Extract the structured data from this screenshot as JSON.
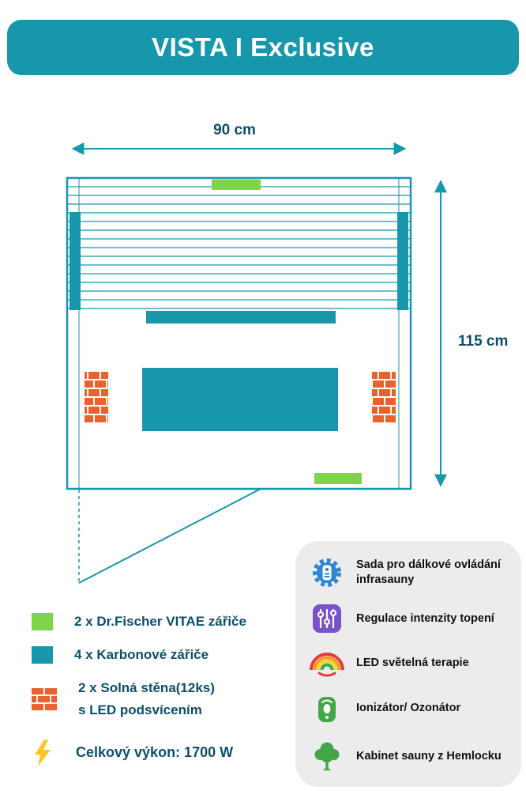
{
  "header": {
    "title": "VISTA I Exclusive"
  },
  "diagram": {
    "width_label": "90 cm",
    "height_label": "115 cm"
  },
  "legend": {
    "items": [
      {
        "icon": "vitae-heater-swatch",
        "label": "2 x Dr.Fischer VITAE zářiče"
      },
      {
        "icon": "carbon-heater-swatch",
        "label": "4 x Karbonové zářiče"
      },
      {
        "icon": "salt-wall-swatch",
        "label": "2 x Solná stěna(12ks)",
        "sublabel": "s LED podsvícením"
      }
    ],
    "power": {
      "icon": "lightning-bolt-icon",
      "label": "Celkový výkon: 1700 W"
    }
  },
  "features": {
    "items": [
      {
        "icon": "remote-control-icon",
        "label": "Sada pro dálkové ovládání infrasauny"
      },
      {
        "icon": "intensity-sliders-icon",
        "label": "Regulace intenzity topení"
      },
      {
        "icon": "rainbow-icon",
        "label": "LED světelná terapie"
      },
      {
        "icon": "ionizer-icon",
        "label": "Ionizátor/ Ozonátor"
      },
      {
        "icon": "tree-icon",
        "label": "Kabinet sauny z Hemlocku"
      }
    ]
  },
  "colors": {
    "teal": "#1797ac",
    "dark_text": "#0d4f6b",
    "vitae_green": "#7ed348",
    "brick_orange": "#e8622d",
    "panel_bg": "#ececec",
    "bolt_yellow": "#ffc425",
    "icon_blue": "#2f86d3",
    "icon_purple": "#7a52c8",
    "icon_green": "#43a649"
  }
}
